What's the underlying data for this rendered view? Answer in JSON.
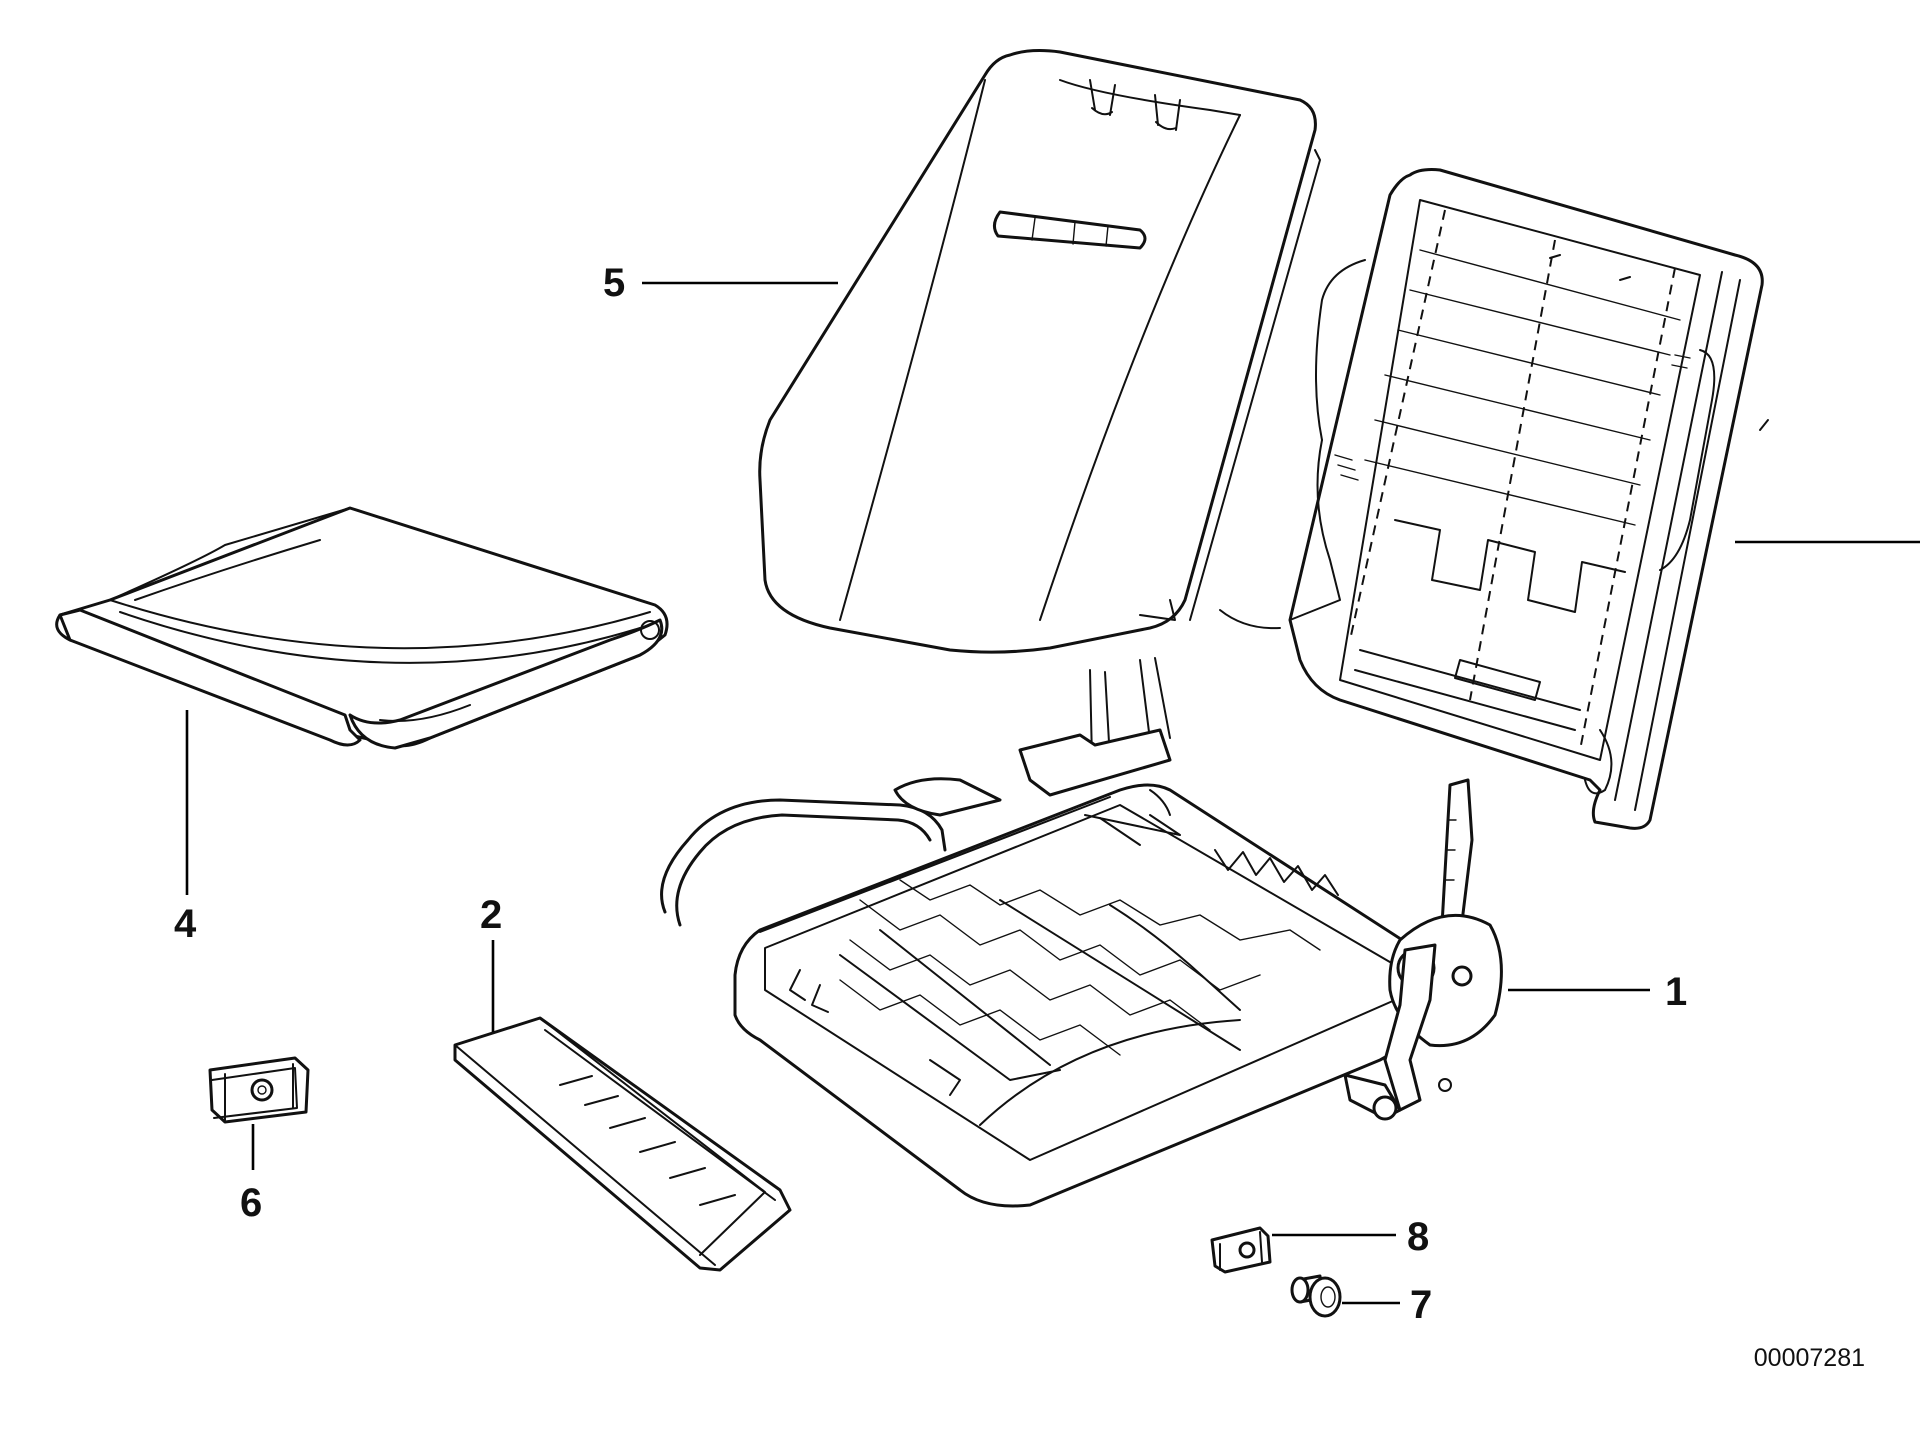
{
  "diagram": {
    "callouts": [
      {
        "id": "1",
        "label": "1"
      },
      {
        "id": "2",
        "label": "2"
      },
      {
        "id": "4",
        "label": "4"
      },
      {
        "id": "5",
        "label": "5"
      },
      {
        "id": "6",
        "label": "6"
      },
      {
        "id": "7",
        "label": "7"
      },
      {
        "id": "8",
        "label": "8"
      }
    ],
    "document_number": "00007281"
  }
}
